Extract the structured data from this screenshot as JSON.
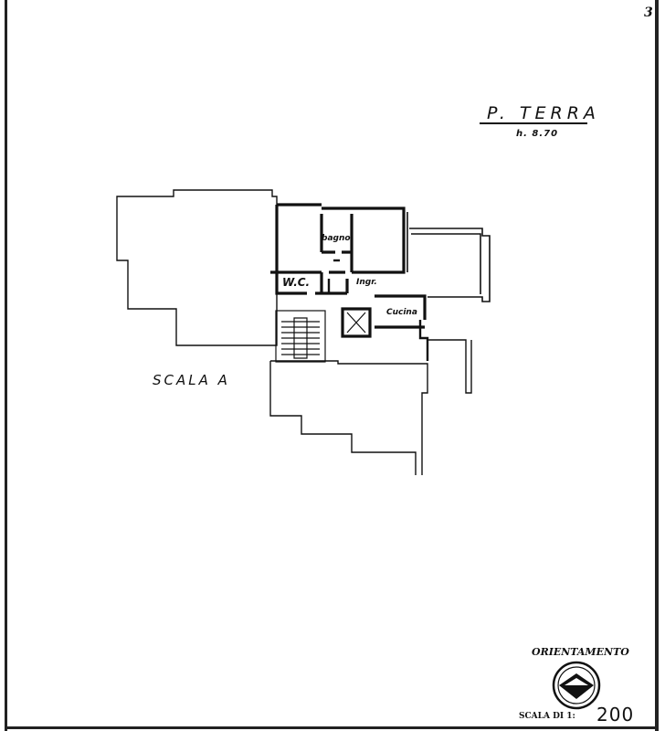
{
  "page": {
    "number": "3"
  },
  "floor": {
    "title": "P. TERRA",
    "height": "h. 8.70"
  },
  "staircase": {
    "label": "SCALA A"
  },
  "rooms": {
    "bagno": "bagno",
    "wc": "W.C.",
    "ingresso": "Ingr.",
    "cucina": "Cucina"
  },
  "orientation": {
    "label": "ORIENTAMENTO",
    "icon": "north-arrow-compass-icon"
  },
  "scale": {
    "label": "SCALA DI 1:",
    "value": "200"
  }
}
